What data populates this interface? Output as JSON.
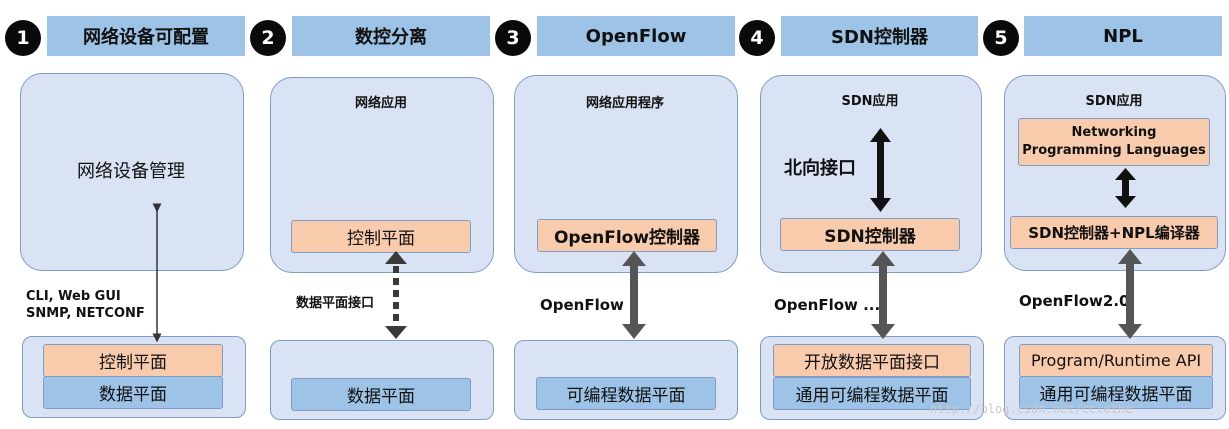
{
  "columns": [
    {
      "number": "1",
      "header": "网络设备可配置",
      "upper_label": "网络设备管理",
      "interface_label": "CLI, Web GUI\nSNMP, NETCONF",
      "lower_boxes": [
        "控制平面",
        "数据平面"
      ]
    },
    {
      "number": "2",
      "header": "数控分离",
      "upper_label": "网络应用",
      "upper_box": "控制平面",
      "interface_label": "数据平面接口",
      "lower_boxes": [
        "数据平面"
      ]
    },
    {
      "number": "3",
      "header": "OpenFlow",
      "upper_label": "网络应用程序",
      "upper_box": "OpenFlow控制器",
      "interface_label": "OpenFlow",
      "lower_boxes": [
        "可编程数据平面"
      ]
    },
    {
      "number": "4",
      "header": "SDN控制器",
      "upper_label": "SDN应用",
      "north_label": "北向接口",
      "upper_box": "SDN控制器",
      "interface_label": "OpenFlow ...",
      "lower_boxes": [
        "开放数据平面接口",
        "通用可编程数据平面"
      ]
    },
    {
      "number": "5",
      "header": "NPL",
      "upper_label": "SDN应用",
      "language_box": "Networking\nProgramming Languages",
      "upper_box": "SDN控制器+NPL编译器",
      "interface_label": "OpenFlow2.0",
      "lower_boxes": [
        "Program/Runtime API",
        "通用可编程数据平面"
      ]
    }
  ],
  "watermark": "http://blog.csdn.net/cclethe",
  "colors": {
    "header": "#9dc3e6",
    "panel": "#dae3f3",
    "peach": "#f8cbad",
    "blue_box": "#9dc3e6",
    "arrow": "#3a3a3a"
  }
}
